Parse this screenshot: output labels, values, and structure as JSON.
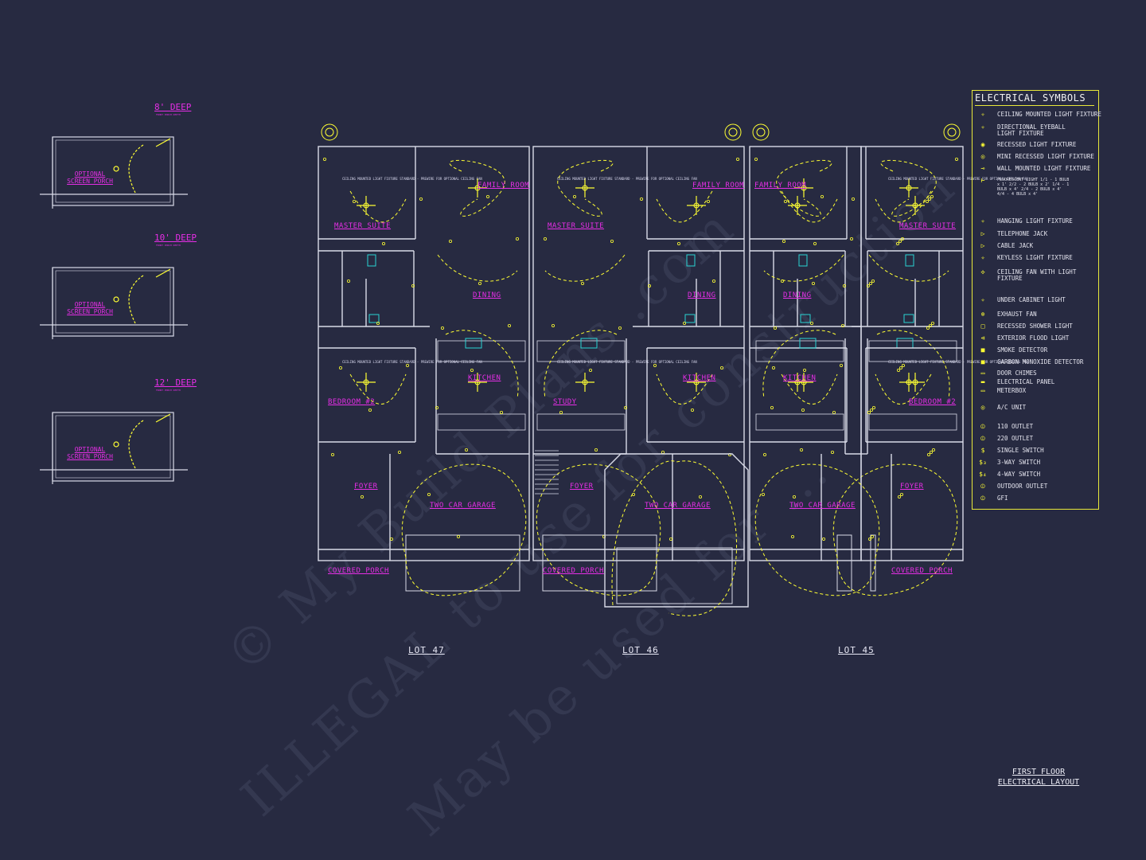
{
  "watermark": {
    "line1": "© My Build Plans .com",
    "line2": "ILLEGAL to use for construction",
    "line3": "May be used for ..."
  },
  "lots": [
    "LOT 47",
    "LOT 46",
    "LOT 45"
  ],
  "rooms": {
    "family_room": "FAMILY ROOM",
    "master_suite": "MASTER SUITE",
    "dining": "DINING",
    "kitchen": "KITCHEN",
    "bedroom": "BEDROOM #2",
    "study": "STUDY",
    "foyer": "FOYER",
    "garage": "TWO CAR GARAGE",
    "covered_porch": "COVERED PORCH"
  },
  "room_notes": {
    "ceiling_light": "CEILING MOUNTED LIGHT FIXTURE STANDARD - PREWIRE FOR OPTIONAL CEILING FAN"
  },
  "porch_options": [
    {
      "depth": "8' DEEP",
      "note": "FRONT PORCH DEPTH",
      "label": "OPTIONAL SCREEN PORCH"
    },
    {
      "depth": "10' DEEP",
      "note": "FRONT PORCH DEPTH",
      "label": "OPTIONAL SCREEN PORCH"
    },
    {
      "depth": "12' DEEP",
      "note": "FRONT PORCH DEPTH",
      "label": "OPTIONAL SCREEN PORCH"
    }
  ],
  "legend": {
    "title": "ELECTRICAL SYMBOLS",
    "items": [
      {
        "icon": "✧",
        "label": "CEILING MOUNTED LIGHT FIXTURE"
      },
      {
        "icon": "✧",
        "label": "DIRECTIONAL EYEBALL LIGHT FIXTURE"
      },
      {
        "icon": "◉",
        "label": "RECESSED LIGHT FIXTURE"
      },
      {
        "icon": "◎",
        "label": "MINI RECESSED LIGHT FIXTURE"
      },
      {
        "icon": "⊸",
        "label": "WALL MOUNTED LIGHT FIXTURE"
      },
      {
        "icon": "⊢",
        "label": "FLUORESCENT LIGHT 1/1 - 1 BULB x 1' 2/2 - 2 BULB x 2' 1/4 - 1 BULB x 4' 2/4 - 2 BULB x 4' 4/4 - 4 BULB x 4'"
      },
      {
        "icon": "✧",
        "label": "HANGING LIGHT FIXTURE"
      },
      {
        "icon": "▷",
        "label": "TELEPHONE JACK"
      },
      {
        "icon": "▷",
        "label": "CABLE JACK"
      },
      {
        "icon": "✧",
        "label": "KEYLESS LIGHT FIXTURE"
      },
      {
        "icon": "✣",
        "label": "CEILING FAN WITH LIGHT FIXTURE"
      },
      {
        "icon": "✧",
        "label": "UNDER CABINET LIGHT"
      },
      {
        "icon": "⊗",
        "label": "EXHAUST FAN"
      },
      {
        "icon": "□",
        "label": "RECESSED SHOWER LIGHT"
      },
      {
        "icon": "⊲",
        "label": "EXTERIOR FLOOD LIGHT"
      },
      {
        "icon": "■",
        "label": "SMOKE DETECTOR"
      },
      {
        "icon": "■",
        "label": "CARBON MONOXIDE DETECTOR"
      },
      {
        "icon": "▭",
        "label": "DOOR CHIMES"
      },
      {
        "icon": "▬",
        "label": "ELECTRICAL PANEL"
      },
      {
        "icon": "▭",
        "label": "METERBOX"
      },
      {
        "icon": "◎",
        "label": "A/C UNIT"
      },
      {
        "icon": "⦶",
        "label": "110 OUTLET"
      },
      {
        "icon": "⦶",
        "label": "220 OUTLET"
      },
      {
        "icon": "$",
        "label": "SINGLE SWITCH"
      },
      {
        "icon": "$₃",
        "label": "3-WAY SWITCH"
      },
      {
        "icon": "$₄",
        "label": "4-WAY SWITCH"
      },
      {
        "icon": "⦶",
        "label": "OUTDOOR OUTLET"
      },
      {
        "icon": "⦶",
        "label": "GFI"
      }
    ]
  },
  "caption": {
    "line1": "FIRST FLOOR",
    "line2": "ELECTRICAL LAYOUT"
  },
  "colors": {
    "background": "#272a41",
    "walls": "#d9dbe8",
    "wiring": "#ffff33",
    "labels": "#e62ee6",
    "fixtures_cyan": "#2ad4d4"
  }
}
